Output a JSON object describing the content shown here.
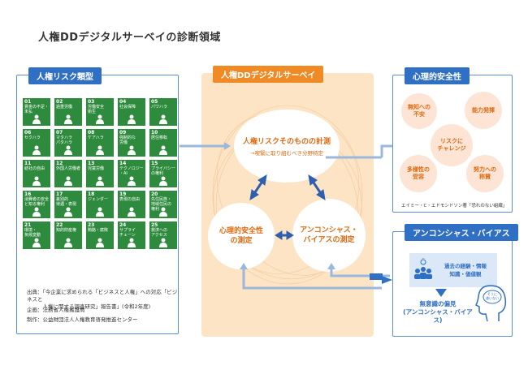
{
  "title": "人権DDデジタルサーベイの診断領域",
  "left": {
    "header": "人権リスク類型",
    "tiles": [
      {
        "num": "01",
        "label": "賃金の不足・\n未払"
      },
      {
        "num": "02",
        "label": "過重労働"
      },
      {
        "num": "03",
        "label": "労働安全\n衛生"
      },
      {
        "num": "04",
        "label": "社会保障"
      },
      {
        "num": "05",
        "label": "パワハラ"
      },
      {
        "num": "06",
        "label": "セクハラ"
      },
      {
        "num": "07",
        "label": "マタハラ\nパタハラ"
      },
      {
        "num": "08",
        "label": "ケアハラ"
      },
      {
        "num": "09",
        "label": "強制的な\n労働"
      },
      {
        "num": "10",
        "label": "居住移転"
      },
      {
        "num": "11",
        "label": "結社の自由"
      },
      {
        "num": "12",
        "label": "外国人労働者"
      },
      {
        "num": "13",
        "label": "児童労働"
      },
      {
        "num": "14",
        "label": "テクノロジー\n・AI"
      },
      {
        "num": "15",
        "label": "プライバシー\nの権利"
      },
      {
        "num": "16",
        "label": "消費者の安全\nと知る権利"
      },
      {
        "num": "17",
        "label": "差別的\n待遇・表現"
      },
      {
        "num": "18",
        "label": "ジェンダー"
      },
      {
        "num": "19",
        "label": "表現の自由"
      },
      {
        "num": "20",
        "label": "先住民族・\n地域住民の\n権利"
      },
      {
        "num": "21",
        "label": "環境・\n気候変動"
      },
      {
        "num": "22",
        "label": "知的財産権"
      },
      {
        "num": "23",
        "label": "賄賂・腐敗"
      },
      {
        "num": "24",
        "label": "サプライ\nチェーン"
      },
      {
        "num": "25",
        "label": "救済への\nアクセス"
      }
    ],
    "source": "出典：「今企業に求められる「ビジネスと人権」への対応「ビジネスと\n　　　人権に関する調査研究」報告書」(令和2年度)",
    "planning": "企画：法務省人権擁護局",
    "production": "制作：公益財団法人人権教育啓発推進センター"
  },
  "center": {
    "header": "人権DDデジタルサーベイ",
    "main_title": "人権リスクそのものの計測",
    "main_sub": "→喫緊に取り組むべき分野特定",
    "left_circle": "心理的安全性\nの測定",
    "right_circle": "アンコンシャス・\nバイアスの測定"
  },
  "right_top": {
    "header": "心理的安全性",
    "items": [
      "無知への\n不安",
      "能力発揮",
      "リスクに\nチャレンジ",
      "多様性の\n受容",
      "努力への\n称賛"
    ],
    "credit": "エイミー・C・エドモンドソン著「恐れのない組織」"
  },
  "right_bottom": {
    "header": "アンコンシャス・バイアス",
    "box_text": "過去の経験・情報\n知識・価値観",
    "title": "無意識の偏見\n(アンコンシャス・バイアス)",
    "bubble": "そうに\n違いない"
  },
  "colors": {
    "blue": "#2f6fc4",
    "orange": "#f08a24",
    "green": "#2e8b3e",
    "peach": "#fde4c4"
  }
}
